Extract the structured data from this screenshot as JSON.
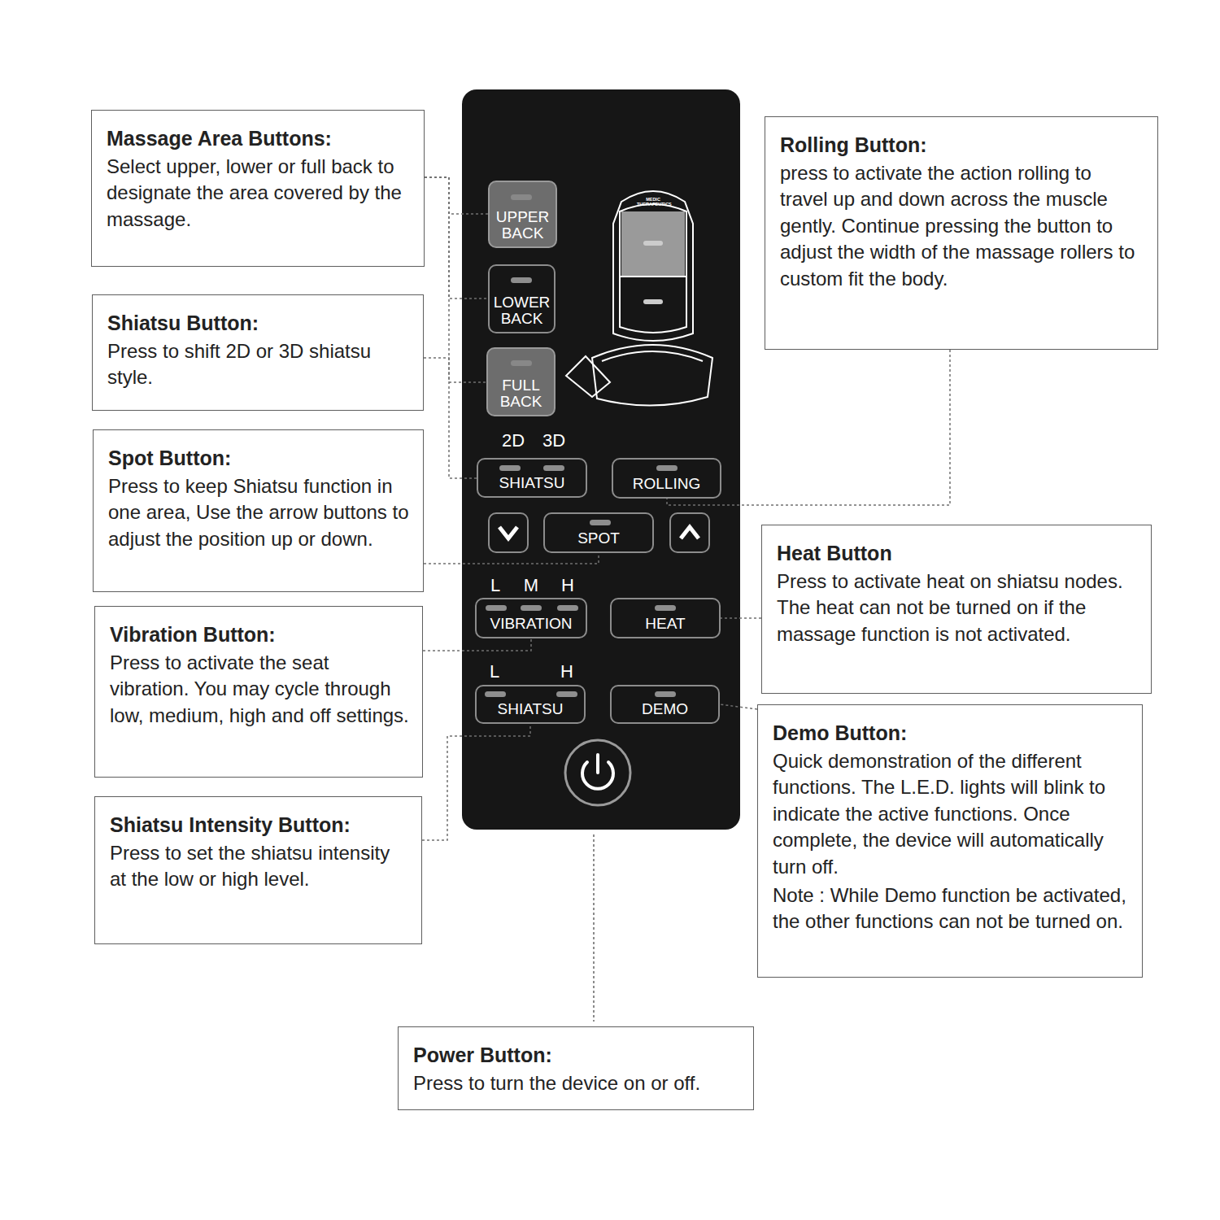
{
  "diagram": {
    "nodes": [
      {
        "text": [
          "2D",
          "3D",
          "L",
          "M",
          "H",
          "L",
          "H"
        ]
      },
      {
        "text": [
          "UPPER BACK"
        ],
        "in": 0
      },
      {
        "text": [
          "LOWER BACK"
        ],
        "in": 0
      },
      {
        "text": [
          "FULL BACK"
        ],
        "in": 0
      },
      {
        "text": [
          "SHIATSU"
        ],
        "in": 0
      },
      {
        "text": [
          "ROLLING"
        ],
        "in": 0
      },
      {
        "text": [
          "SPOT"
        ],
        "in": 0
      },
      {
        "text": [
          "VIBRATION"
        ],
        "in": 0
      },
      {
        "text": [
          "HEAT"
        ],
        "in": 0
      },
      {
        "text": [
          "SHIATSU"
        ],
        "in": 0
      },
      {
        "text": [
          "DEMO"
        ],
        "in": 0
      },
      {
        "text": [
          "Massage Area Buttons:",
          "Select upper, lower or full back to designate the area covered by the massage."
        ]
      },
      {
        "text": [
          "Shiatsu Button:",
          "Press to shift 2D or 3D shiatsu style."
        ]
      },
      {
        "text": [
          "Spot Button:",
          "Press to keep Shiatsu function in one area, Use the arrow buttons to adjust the position up or down."
        ]
      },
      {
        "text": [
          "Vibration Button:",
          "Press to activate the seat vibration. You may cycle through low, medium, high and off settings."
        ]
      },
      {
        "text": [
          "Shiatsu Intensity Button:",
          "Press to set the shiatsu intensity at the low or high level."
        ]
      },
      {
        "text": [
          "Rolling Button:",
          "press to activate the action rolling to travel up and down across the muscle gently. Continue pressing the button to adjust the width of the massage rollers to custom fit the body."
        ]
      },
      {
        "text": [
          "Heat Button",
          "Press to activate heat on shiatsu nodes. The heat can not be turned on if the massage function is not activated."
        ]
      },
      {
        "text": [
          "Demo Button:",
          "Quick demonstration of the different functions. The L.E.D. lights will blink to indicate the active functions. Once complete, the device will automatically turn off.",
          "Note : While Demo function be activated, the other functions can not be turned on."
        ]
      },
      {
        "text": [
          "Power Button:",
          "Press to turn the device on or off."
        ]
      }
    ],
    "edges": [
      {
        "from": 11,
        "to": 1,
        "arrow": "none"
      },
      {
        "from": 11,
        "to": 2,
        "arrow": "none"
      },
      {
        "from": 11,
        "to": 3,
        "arrow": "none"
      },
      {
        "from": 12,
        "to": 4,
        "arrow": "none"
      },
      {
        "from": 13,
        "to": 6,
        "arrow": "none"
      },
      {
        "from": 14,
        "to": 7,
        "arrow": "none"
      },
      {
        "from": 15,
        "to": 9,
        "arrow": "none"
      },
      {
        "from": 16,
        "to": 5,
        "arrow": "none"
      },
      {
        "from": 17,
        "to": 8,
        "arrow": "none"
      },
      {
        "from": 18,
        "to": 10,
        "arrow": "none"
      }
    ],
    "labels": [
      "MEDIC THERAPEUTICS"
    ]
  }
}
